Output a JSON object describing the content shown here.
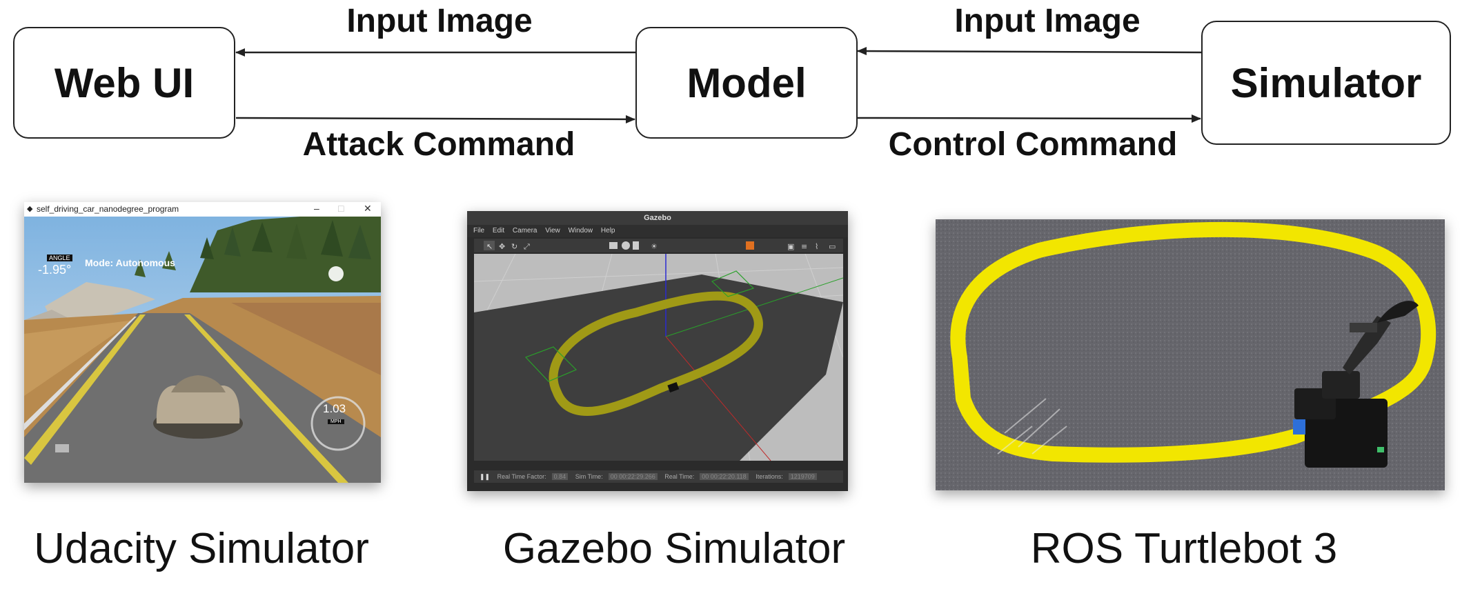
{
  "nodes": {
    "web_ui": "Web UI",
    "model": "Model",
    "simulator": "Simulator"
  },
  "edges": {
    "model_to_webui": "Input Image",
    "webui_to_model": "Attack Command",
    "simulator_to_model": "Input Image",
    "model_to_simulator": "Control Command"
  },
  "panels": {
    "udacity": {
      "window_title": "self_driving_car_nanodegree_program",
      "angle_label": "ANGLE",
      "angle_value": "-1.95°",
      "mode": "Mode: Autonomous",
      "speed_value": "1.03",
      "speed_unit": "MPH",
      "caption": "Udacity Simulator"
    },
    "gazebo": {
      "window_title": "Gazebo",
      "menu": [
        "File",
        "Edit",
        "Camera",
        "View",
        "Window",
        "Help"
      ],
      "real_time_factor_label": "Real Time Factor:",
      "real_time_factor": "0.84",
      "sim_time_label": "Sim Time:",
      "sim_time": "00 00:22:29.266",
      "real_time_label": "Real Time:",
      "real_time": "00 00:22:20.118",
      "iterations_label": "Iterations:",
      "iterations": "1219709",
      "caption": "Gazebo Simulator"
    },
    "turtlebot": {
      "caption": "ROS Turtlebot 3"
    }
  },
  "colors": {
    "track_yellow": "#f2e600",
    "gazebo_track": "#a09a16",
    "gazebo_floor": "#3e3e3e",
    "carpet": "#6b6b70"
  }
}
